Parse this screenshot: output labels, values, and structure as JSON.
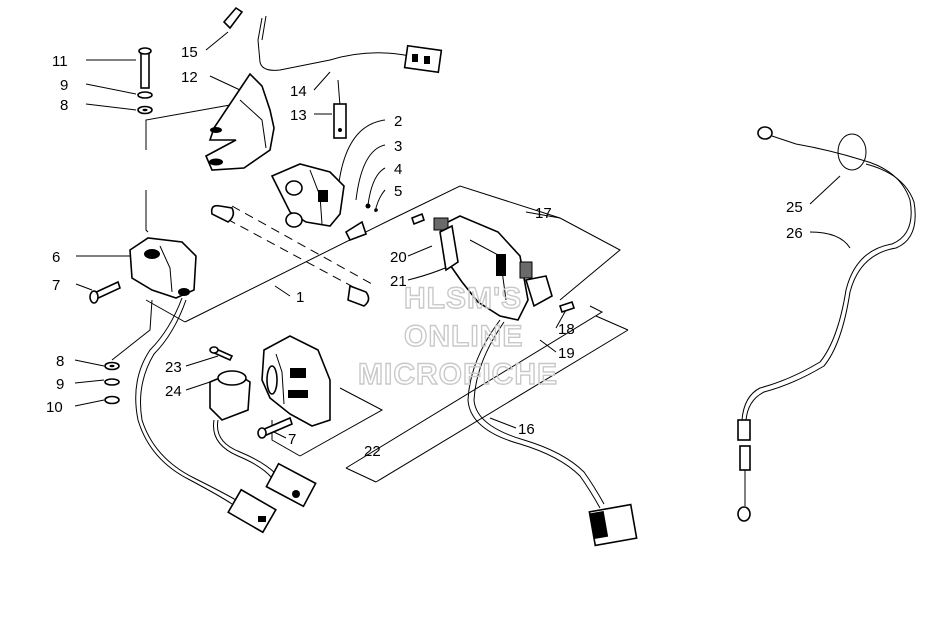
{
  "watermark": {
    "line1": "HLSM'S",
    "line2": "ONLINE",
    "line3": "MICROFICHE"
  },
  "callouts": {
    "c1": "1",
    "c2": "2",
    "c3": "3",
    "c4": "4",
    "c5": "5",
    "c6": "6",
    "c7a": "7",
    "c7b": "7",
    "c8a": "8",
    "c8b": "8",
    "c9a": "9",
    "c9b": "9",
    "c10": "10",
    "c11": "11",
    "c12": "12",
    "c13": "13",
    "c14": "14",
    "c15": "15",
    "c16": "16",
    "c17": "17",
    "c18": "18",
    "c19": "19",
    "c20": "20",
    "c21": "21",
    "c22": "22",
    "c23": "23",
    "c24": "24",
    "c25": "25",
    "c26": "26"
  }
}
